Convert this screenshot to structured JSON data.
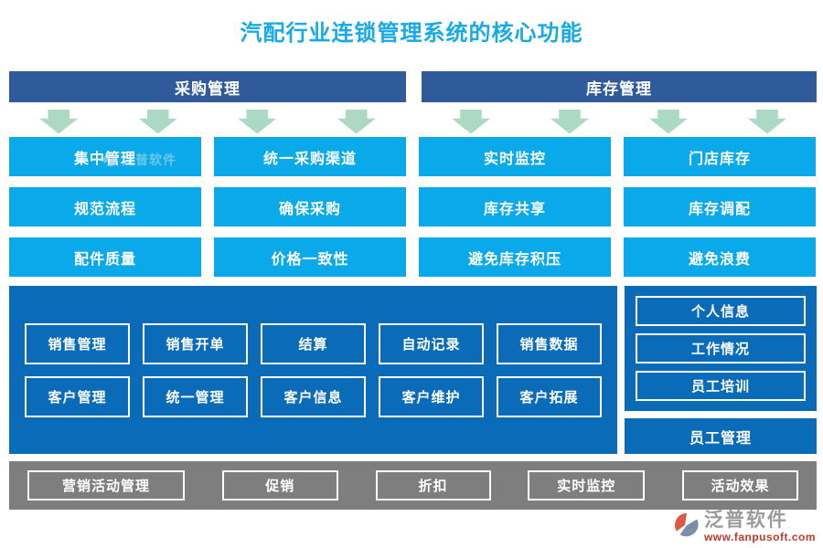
{
  "title": "汽配行业连锁管理系统的核心功能",
  "procurement": {
    "header": "采购管理"
  },
  "inventory": {
    "header": "库存管理"
  },
  "feature_grid": {
    "rows": [
      {
        "cells": [
          "集中管理",
          "统一采购渠道",
          "实时监控",
          "门店库存"
        ]
      },
      {
        "cells": [
          "规范流程",
          "确保采购",
          "库存共享",
          "库存调配"
        ]
      },
      {
        "cells": [
          "配件质量",
          "价格一致性",
          "避免库存积压",
          "避免浪费"
        ]
      }
    ]
  },
  "sales_customer_panel": {
    "rows": [
      {
        "cells": [
          "销售管理",
          "销售开单",
          "结算",
          "自动记录",
          "销售数据"
        ]
      },
      {
        "cells": [
          "客户管理",
          "统一管理",
          "客户信息",
          "客户维护",
          "客户拓展"
        ]
      }
    ]
  },
  "staff_panel": {
    "items": [
      "个人信息",
      "工作情况",
      "员工培训"
    ],
    "footer_label": "员工管理"
  },
  "marketing_bar": {
    "items": [
      "营销活动管理",
      "促销",
      "折扣",
      "实时监控",
      "活动效果"
    ]
  },
  "watermark": {
    "text": "泛普软件"
  },
  "brand": {
    "name": "泛普软件",
    "url": "www.fanpusoft.com"
  },
  "colors": {
    "title_blue": "#18a9e9",
    "header_navy": "#2f5b9b",
    "feature_cyan": "#0aa9e9",
    "arrow_mint": "#abd9c4",
    "panel_blue": "#0a6cb8",
    "bar_gray": "#7e7e7e",
    "brand_gray": "#9a9a9a",
    "url_red": "#c0392b"
  }
}
